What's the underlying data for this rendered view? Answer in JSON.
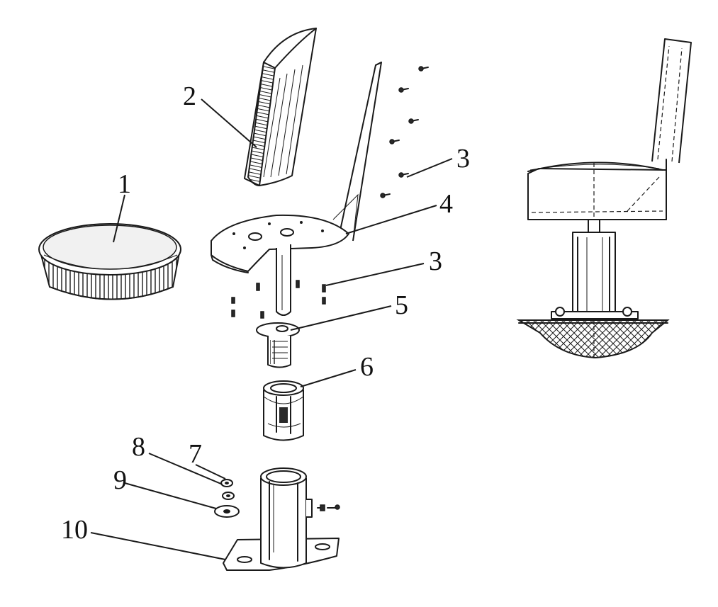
{
  "labels": [
    {
      "id": "1",
      "text": "1"
    },
    {
      "id": "2",
      "text": "2"
    },
    {
      "id": "3a",
      "text": "3"
    },
    {
      "id": "4",
      "text": "4"
    },
    {
      "id": "3b",
      "text": "3"
    },
    {
      "id": "5",
      "text": "5"
    },
    {
      "id": "6",
      "text": "6"
    },
    {
      "id": "8",
      "text": "8"
    },
    {
      "id": "7",
      "text": "7"
    },
    {
      "id": "9",
      "text": "9"
    },
    {
      "id": "10",
      "text": "10"
    }
  ]
}
